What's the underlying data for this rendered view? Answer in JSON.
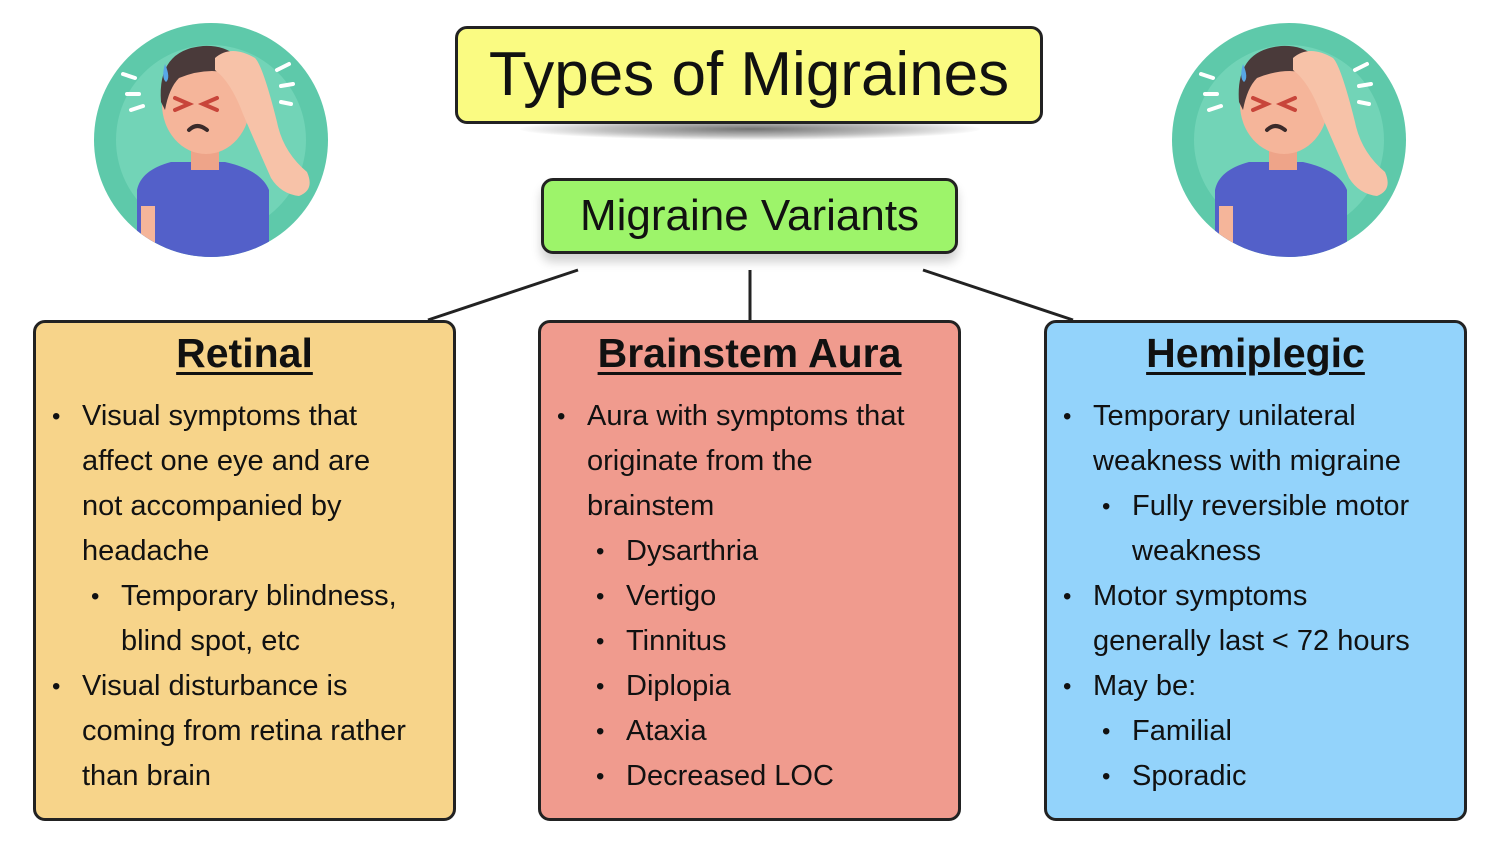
{
  "title": "Types of Migraines",
  "subtitle": "Migraine Variants",
  "colors": {
    "title_fill": "#fafb82",
    "subtitle_fill": "#9df46a",
    "retinal_fill": "#f7d48a",
    "brainstem_fill": "#f09b8e",
    "hemiplegic_fill": "#93d3fb",
    "avatar_ring": "#5ec9aa",
    "shirt": "#5360c9",
    "skin": "#f5b59a"
  },
  "icons": {
    "left": "person-with-headache-icon",
    "right": "person-with-headache-icon"
  },
  "cards": {
    "retinal": {
      "title": "Retinal",
      "items": [
        {
          "text": "Visual symptoms that affect one eye and are not accompanied by headache",
          "lines": [
            "Visual symptoms that",
            "affect one eye and are",
            "not accompanied by",
            "headache"
          ],
          "level": 1
        },
        {
          "text": "Temporary blindness, blind spot, etc",
          "lines": [
            "Temporary blindness,",
            "blind spot, etc"
          ],
          "level": 2
        },
        {
          "text": "Visual disturbance is coming from retina rather than brain",
          "lines": [
            "Visual disturbance is",
            "coming from retina rather",
            "than brain"
          ],
          "level": 1
        }
      ]
    },
    "brainstem": {
      "title": "Brainstem Aura",
      "items": [
        {
          "text": "Aura with symptoms that originate from the brainstem",
          "lines": [
            "Aura with symptoms that",
            "originate from the",
            "brainstem"
          ],
          "level": 1
        },
        {
          "text": "Dysarthria",
          "lines": [
            "Dysarthria"
          ],
          "level": 2
        },
        {
          "text": "Vertigo",
          "lines": [
            "Vertigo"
          ],
          "level": 2
        },
        {
          "text": "Tinnitus",
          "lines": [
            "Tinnitus"
          ],
          "level": 2
        },
        {
          "text": "Diplopia",
          "lines": [
            "Diplopia"
          ],
          "level": 2
        },
        {
          "text": "Ataxia",
          "lines": [
            "Ataxia"
          ],
          "level": 2
        },
        {
          "text": "Decreased LOC",
          "lines": [
            "Decreased LOC"
          ],
          "level": 2
        }
      ]
    },
    "hemiplegic": {
      "title": "Hemiplegic",
      "items": [
        {
          "text": "Temporary unilateral weakness with migraine",
          "lines": [
            "Temporary unilateral",
            "weakness with migraine"
          ],
          "level": 1
        },
        {
          "text": "Fully reversible motor weakness",
          "lines": [
            "Fully reversible motor",
            "weakness"
          ],
          "level": 2
        },
        {
          "text": "Motor symptoms generally last < 72 hours",
          "lines": [
            "Motor symptoms",
            "generally last < 72 hours"
          ],
          "level": 1
        },
        {
          "text": "May be:",
          "lines": [
            "May be:"
          ],
          "level": 1
        },
        {
          "text": "Familial",
          "lines": [
            "Familial"
          ],
          "level": 2
        },
        {
          "text": "Sporadic",
          "lines": [
            "Sporadic"
          ],
          "level": 2
        }
      ]
    }
  }
}
